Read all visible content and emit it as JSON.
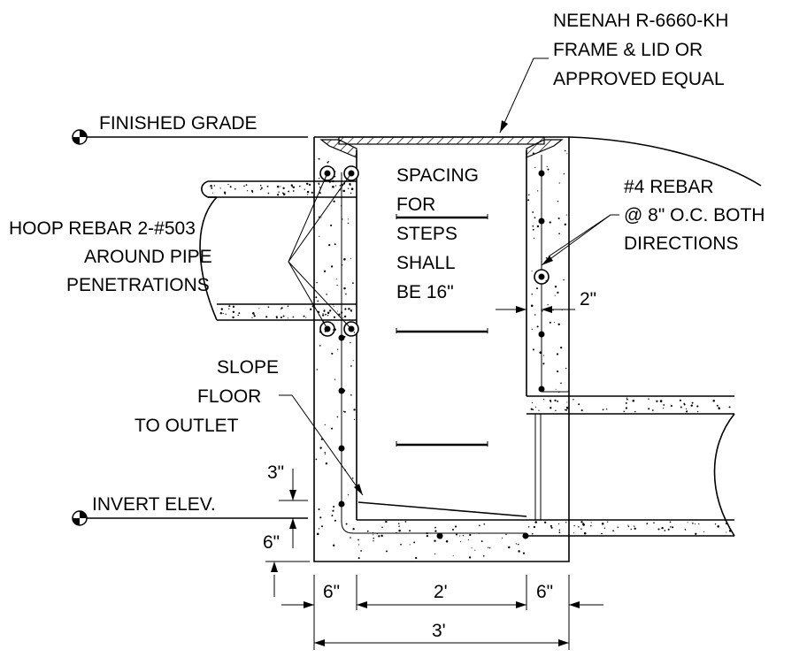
{
  "labels": {
    "frame_line1": "NEENAH R-6660-KH",
    "frame_line2": "FRAME & LID OR",
    "frame_line3": "APPROVED EQUAL",
    "finished_grade": "FINISHED GRADE",
    "spacing_line1": "SPACING",
    "spacing_line2": "FOR",
    "spacing_line3": "STEPS",
    "spacing_line4": "SHALL",
    "spacing_line5": "BE 16\"",
    "rebar4_line1": "#4 REBAR",
    "rebar4_line2": "@ 8\" O.C. BOTH",
    "rebar4_line3": "DIRECTIONS",
    "hoop_line1": "HOOP REBAR 2-#503",
    "hoop_line2": "AROUND PIPE",
    "hoop_line3": "PENETRATIONS",
    "slope_line1": "SLOPE",
    "slope_line2": "FLOOR",
    "slope_line3": "TO OUTLET",
    "invert_elev": "INVERT ELEV."
  },
  "dimensions": {
    "cover_2in": "2\"",
    "drop_3in": "3\"",
    "slab_6in": "6\"",
    "left_wall_6in": "6\"",
    "inside_2ft": "2'",
    "right_wall_6in": "6\"",
    "overall_3ft": "3'"
  }
}
